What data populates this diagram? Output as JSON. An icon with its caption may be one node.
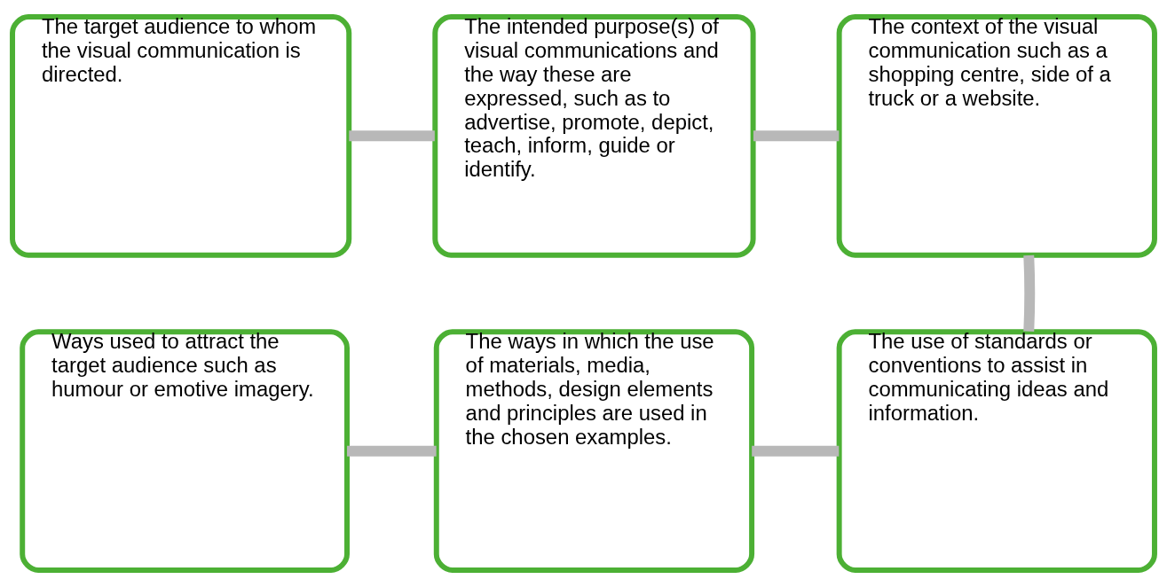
{
  "diagram": {
    "nodes": [
      {
        "text": [
          "The target audience to whom the visual communication is directed."
        ]
      },
      {
        "text": [
          "The intended purpose(s) of visual communications and the way these are expressed, such as to advertise, promote, depict, teach, inform, guide or identify."
        ]
      },
      {
        "text": [
          "The context of the visual communication such as a shopping centre, side of a truck or a website."
        ]
      },
      {
        "text": [
          "Ways used to attract the target audience such as humour or emotive imagery."
        ]
      },
      {
        "text": [
          "The ways in which the use of materials, media, methods, design elements and principles are used in the chosen examples."
        ]
      },
      {
        "text": [
          "The use of standards or conventions to assist in communicating ideas and information."
        ]
      }
    ],
    "edges": [
      {
        "from": 0,
        "to": 1,
        "arrow": "none"
      },
      {
        "from": 1,
        "to": 2,
        "arrow": "none"
      },
      {
        "from": 2,
        "to": 5,
        "arrow": "none"
      },
      {
        "from": 3,
        "to": 4,
        "arrow": "none"
      },
      {
        "from": 4,
        "to": 5,
        "arrow": "none"
      }
    ]
  }
}
